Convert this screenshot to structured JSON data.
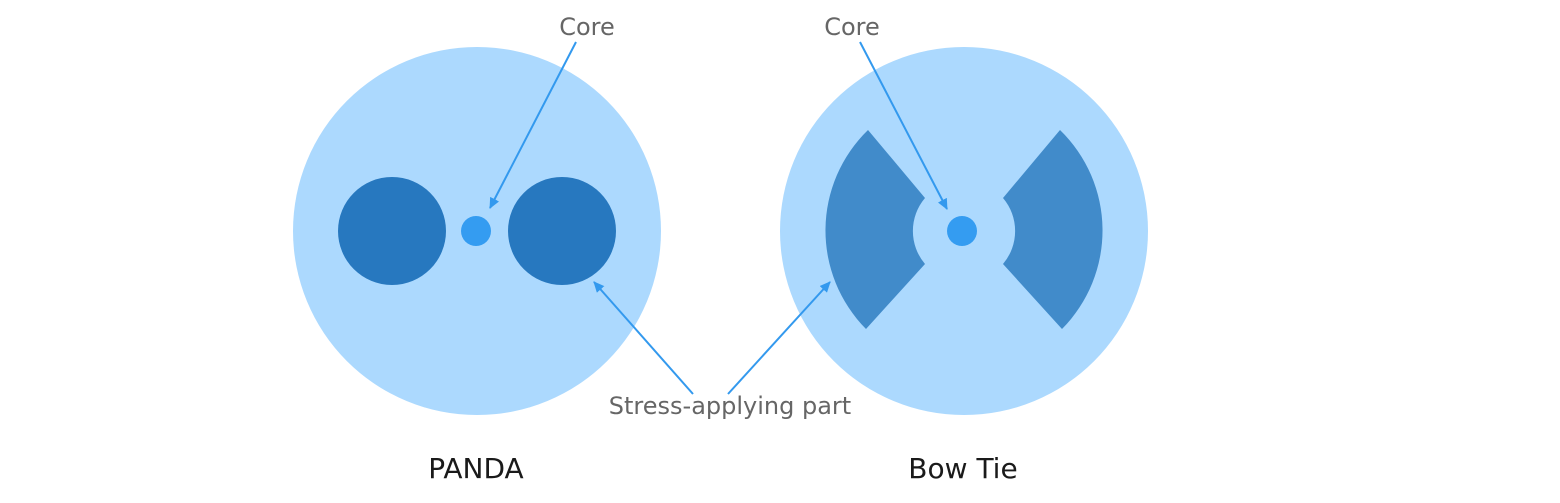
{
  "labels": {
    "core_left": "Core",
    "core_right": "Core",
    "stress_part": "Stress-applying part"
  },
  "fibers": [
    {
      "title": "PANDA"
    },
    {
      "title": "Bow Tie"
    }
  ],
  "colors": {
    "cladding": "#acd9fe",
    "panda_stress_rod": "#2778bf",
    "bowtie_stress_region": "#418bca",
    "core": "#349cf1",
    "arrow": "#3399ee",
    "label_text": "#666666",
    "title_text": "#1a1a1a"
  }
}
